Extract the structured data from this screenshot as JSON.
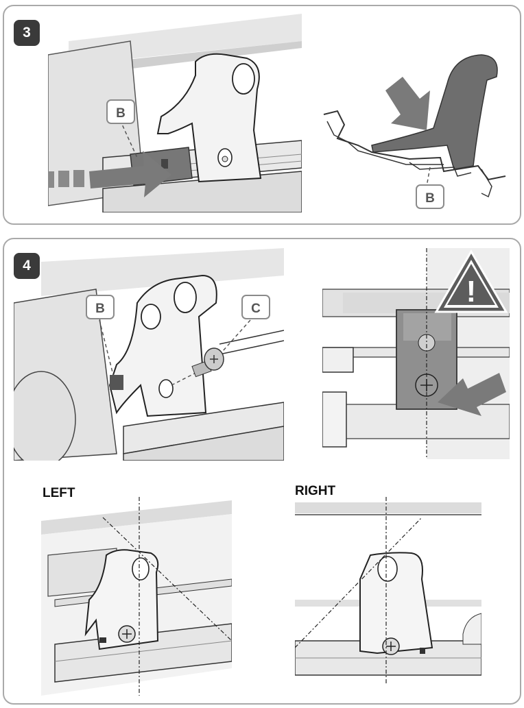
{
  "steps": {
    "step3": "3",
    "step4": "4"
  },
  "callouts": {
    "b": "B",
    "c": "C"
  },
  "sides": {
    "left": "LEFT",
    "right": "RIGHT"
  },
  "warning": {
    "symbol": "!",
    "icon": "warning-triangle-icon"
  },
  "colors": {
    "dark_gray": "#6e6e6e",
    "mid_gray": "#9a9a9a",
    "light_gray": "#d8d8d8",
    "line": "#222222",
    "badge": "#3a3a3a"
  }
}
